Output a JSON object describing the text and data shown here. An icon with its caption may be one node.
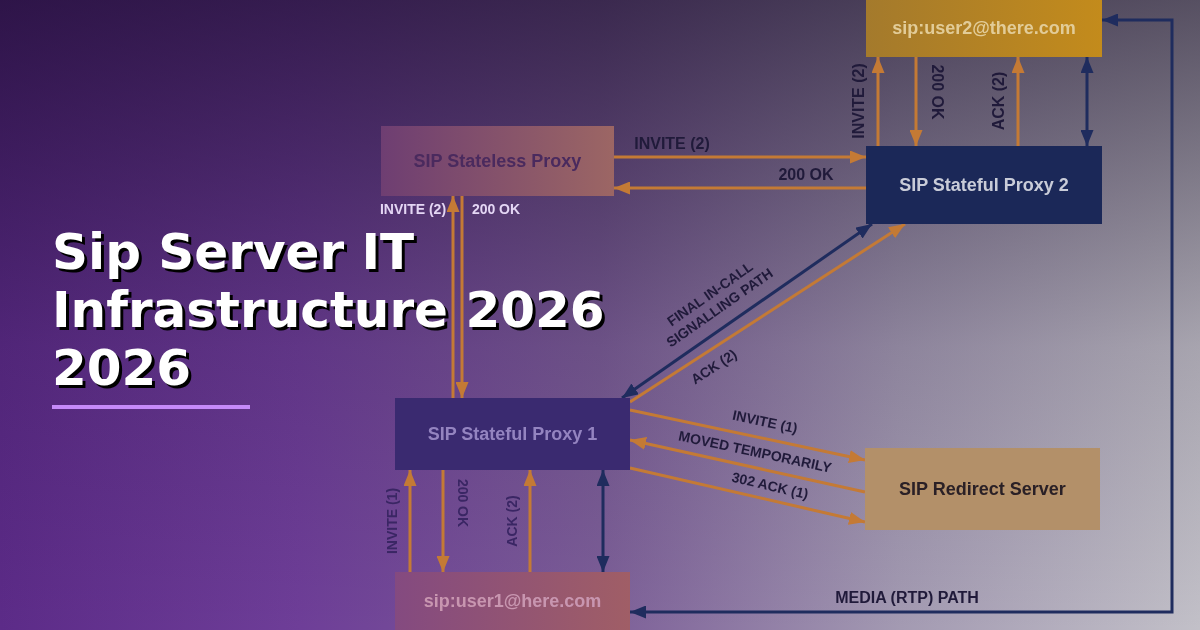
{
  "diagram": {
    "title": "Sip Server IT Infrastructure 2026 2026",
    "nodes": [
      {
        "text": [
          "sip:user2@there.com"
        ]
      },
      {
        "text": [
          "SIP Stateless Proxy"
        ]
      },
      {
        "text": [
          "SIP Stateful Proxy 2"
        ]
      },
      {
        "text": [
          "SIP Stateful Proxy 1"
        ]
      },
      {
        "text": [
          "SIP Redirect Server"
        ]
      },
      {
        "text": [
          "sip:user1@here.com"
        ]
      }
    ],
    "edges": [
      {
        "from": 1,
        "to": 2,
        "arrow": "to",
        "label": "INVITE (2)"
      },
      {
        "from": 2,
        "to": 1,
        "arrow": "to",
        "label": "200 OK"
      },
      {
        "from": 2,
        "to": 0,
        "arrow": "to",
        "label": "INVITE (2)"
      },
      {
        "from": 0,
        "to": 2,
        "arrow": "to",
        "label": "200 OK"
      },
      {
        "from": 2,
        "to": 0,
        "arrow": "to",
        "label": "ACK (2)"
      },
      {
        "from": 0,
        "to": 2,
        "arrow": "both",
        "color": "#1f2c5e"
      },
      {
        "from": 3,
        "to": 1,
        "arrow": "to",
        "label": "INVITE (2)"
      },
      {
        "from": 1,
        "to": 3,
        "arrow": "to",
        "label": "200 OK"
      },
      {
        "from": 3,
        "to": 2,
        "arrow": "both",
        "label": "FINAL IN-CALL SIGNALLING PATH",
        "color": "#1f2c5e"
      },
      {
        "from": 3,
        "to": 2,
        "arrow": "to",
        "label": "ACK (2)"
      },
      {
        "from": 3,
        "to": 4,
        "arrow": "to",
        "label": "INVITE (1)"
      },
      {
        "from": 4,
        "to": 3,
        "arrow": "to",
        "label": "MOVED TEMPORARILY"
      },
      {
        "from": 3,
        "to": 4,
        "arrow": "to",
        "label": "302 ACK (1)"
      },
      {
        "from": 5,
        "to": 3,
        "arrow": "to",
        "label": "INVITE (1)"
      },
      {
        "from": 3,
        "to": 5,
        "arrow": "to",
        "label": "200 OK"
      },
      {
        "from": 5,
        "to": 3,
        "arrow": "to",
        "label": "ACK (2)"
      },
      {
        "from": 3,
        "to": 5,
        "arrow": "both",
        "color": "#1f2c5e"
      },
      {
        "from": 5,
        "to": 0,
        "arrow": "both",
        "label": "MEDIA (RTP) PATH",
        "color": "#1f2c5e"
      }
    ]
  }
}
